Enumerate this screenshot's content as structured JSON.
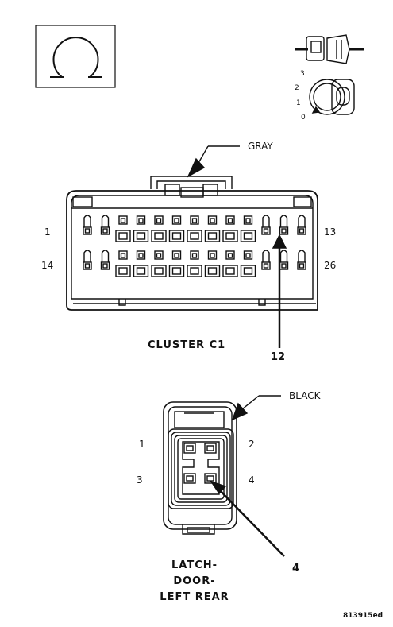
{
  "cluster": {
    "color_label": "GRAY",
    "name": "CLUSTER C1",
    "pin_left_top": "1",
    "pin_left_bottom": "14",
    "pin_right_top": "13",
    "pin_right_bottom": "26",
    "highlight_pin": "12"
  },
  "latch": {
    "color_label": "BLACK",
    "name_lines": [
      "LATCH-",
      "DOOR-",
      "LEFT REAR"
    ],
    "pin_1": "1",
    "pin_2": "2",
    "pin_3": "3",
    "pin_4": "4",
    "highlight_pin": "4"
  },
  "ignition": {
    "positions": [
      "3",
      "2",
      "1",
      "0"
    ]
  },
  "figure_code": "813915ed",
  "colors": {
    "ink": "#111111",
    "background": "#ffffff"
  }
}
